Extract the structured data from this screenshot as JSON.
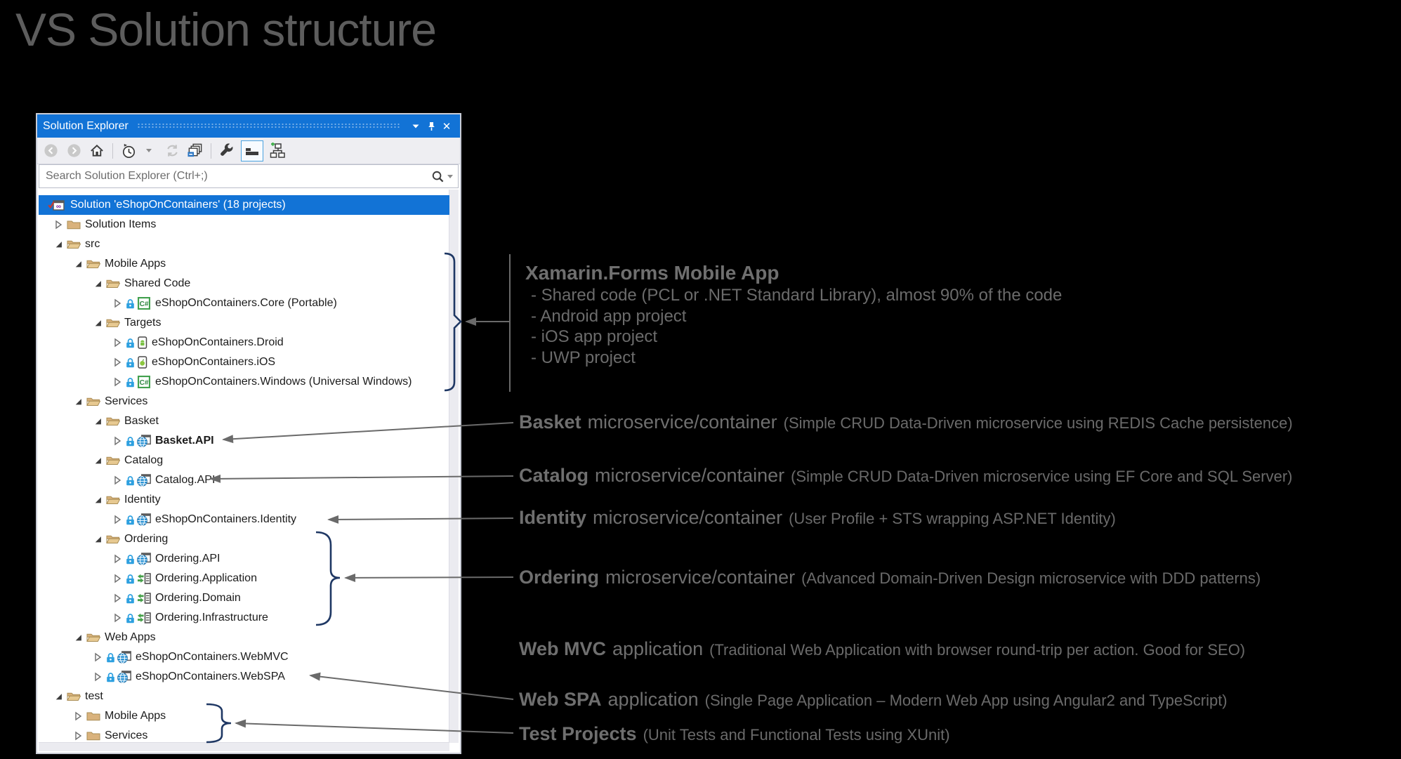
{
  "page_title": "VS Solution structure",
  "colors": {
    "background": "#000000",
    "titlebar_blue": "#1273d6",
    "selection_blue": "#1273d6",
    "annotation_gray": "#6f6f6f",
    "bracket_navy": "#1f3864",
    "connector_gray": "#6a6a6a",
    "folder_tan": "#d9b27c",
    "lock_blue": "#2da0e0",
    "globe_blue": "#2a93d5",
    "csharp_green": "#42a04e"
  },
  "panel": {
    "title": "Solution Explorer",
    "titlebar_icons": [
      "chevron-down-icon",
      "pin-icon",
      "close-icon"
    ],
    "toolbar_icons": [
      "back-icon",
      "forward-icon",
      "home-icon",
      "pending-changes-icon",
      "dropdown-icon",
      "refresh-icon",
      "collapse-all-icon",
      "properties-wrench-icon",
      "show-all-files-icon",
      "sync-with-active-icon"
    ],
    "search_placeholder": "Search Solution Explorer (Ctrl+;)",
    "search_icons": [
      "search-icon",
      "dropdown-icon"
    ]
  },
  "tree": {
    "rows": [
      {
        "label": "Solution 'eShopOnContainers' (18 projects)",
        "state": "none",
        "icon": "solution",
        "selected": true
      },
      {
        "label": "Solution Items",
        "state": "collapsed",
        "icon": "folder-closed"
      },
      {
        "label": "src",
        "state": "expanded",
        "icon": "folder-open"
      },
      {
        "label": "Mobile Apps",
        "state": "expanded",
        "icon": "folder-open"
      },
      {
        "label": "Shared Code",
        "state": "expanded",
        "icon": "folder-open"
      },
      {
        "label": "eShopOnContainers.Core (Portable)",
        "state": "collapsed",
        "icon": "csharp-project",
        "locked": true
      },
      {
        "label": "Targets",
        "state": "expanded",
        "icon": "folder-open"
      },
      {
        "label": "eShopOnContainers.Droid",
        "state": "collapsed",
        "icon": "android-project",
        "locked": true
      },
      {
        "label": "eShopOnContainers.iOS",
        "state": "collapsed",
        "icon": "ios-project",
        "locked": true
      },
      {
        "label": "eShopOnContainers.Windows (Universal Windows)",
        "state": "collapsed",
        "icon": "csharp-project",
        "locked": true
      },
      {
        "label": "Services",
        "state": "expanded",
        "icon": "folder-open"
      },
      {
        "label": "Basket",
        "state": "expanded",
        "icon": "folder-open"
      },
      {
        "label": "Basket.API",
        "state": "collapsed",
        "icon": "web-project",
        "locked": true,
        "bold": true
      },
      {
        "label": "Catalog",
        "state": "expanded",
        "icon": "folder-open"
      },
      {
        "label": "Catalog.API",
        "state": "collapsed",
        "icon": "web-project",
        "locked": true
      },
      {
        "label": "Identity",
        "state": "expanded",
        "icon": "folder-open"
      },
      {
        "label": "eShopOnContainers.Identity",
        "state": "collapsed",
        "icon": "web-project",
        "locked": true
      },
      {
        "label": "Ordering",
        "state": "expanded",
        "icon": "folder-open"
      },
      {
        "label": "Ordering.API",
        "state": "collapsed",
        "icon": "web-project",
        "locked": true
      },
      {
        "label": "Ordering.Application",
        "state": "collapsed",
        "icon": "library-project",
        "locked": true
      },
      {
        "label": "Ordering.Domain",
        "state": "collapsed",
        "icon": "library-project",
        "locked": true
      },
      {
        "label": "Ordering.Infrastructure",
        "state": "collapsed",
        "icon": "library-project",
        "locked": true
      },
      {
        "label": "Web Apps",
        "state": "expanded",
        "icon": "folder-open"
      },
      {
        "label": "eShopOnContainers.WebMVC",
        "state": "collapsed",
        "icon": "web-project",
        "locked": true
      },
      {
        "label": "eShopOnContainers.WebSPA",
        "state": "collapsed",
        "icon": "web-project",
        "locked": true
      },
      {
        "label": "test",
        "state": "expanded",
        "icon": "folder-open"
      },
      {
        "label": "Mobile Apps",
        "state": "collapsed",
        "icon": "folder-closed"
      },
      {
        "label": "Services",
        "state": "collapsed",
        "icon": "folder-closed"
      }
    ]
  },
  "annotations": {
    "xamarin": {
      "title": "Xamarin.Forms Mobile App",
      "bullets": [
        "- Shared code (PCL or .NET Standard Library), almost 90% of the code",
        "- Android app project",
        "- iOS app project",
        "- UWP project"
      ]
    },
    "items": [
      {
        "name": "Basket",
        "mid": "microservice/container",
        "detail": "(Simple CRUD Data-Driven microservice using REDIS Cache persistence)"
      },
      {
        "name": "Catalog",
        "mid": "microservice/container",
        "detail": "(Simple CRUD Data-Driven microservice using EF Core and SQL Server)"
      },
      {
        "name": "Identity",
        "mid": "microservice/container",
        "detail": "(User Profile + STS wrapping ASP.NET Identity)"
      },
      {
        "name": "Ordering",
        "mid": "microservice/container",
        "detail": "(Advanced Domain-Driven Design microservice with DDD patterns)"
      },
      {
        "name": "Web MVC",
        "mid": "application",
        "detail": "(Traditional Web Application with browser round-trip per action. Good for SEO)"
      },
      {
        "name": "Web SPA",
        "mid": "application",
        "detail": "(Single Page Application – Modern Web App using Angular2 and TypeScript)"
      },
      {
        "name": "Test Projects",
        "mid": "",
        "detail": "(Unit Tests and Functional Tests using XUnit)"
      }
    ]
  }
}
